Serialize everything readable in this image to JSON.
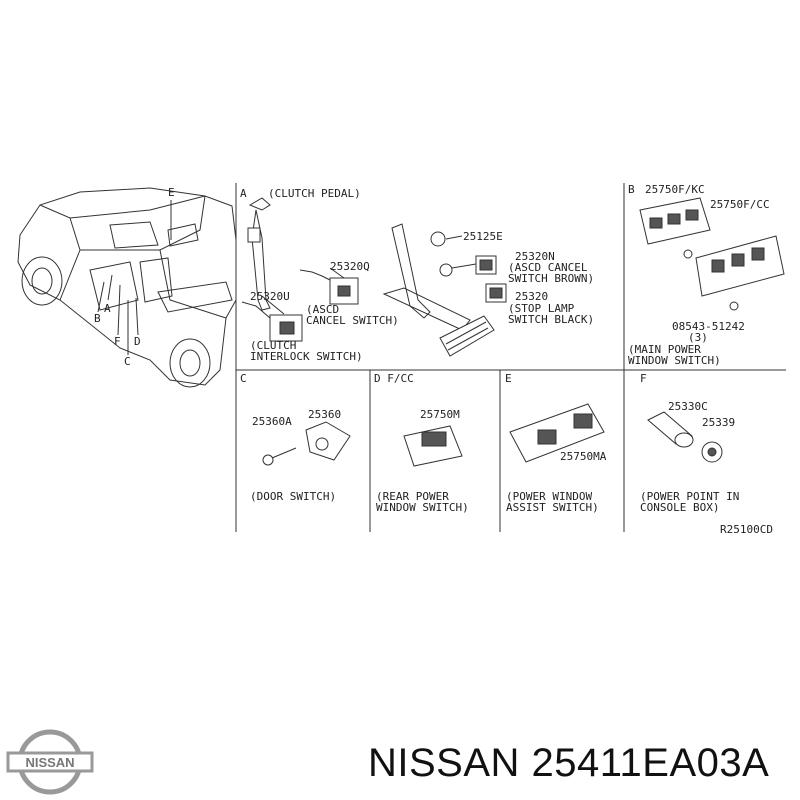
{
  "brand": {
    "name": "NISSAN",
    "logo_text": "NISSAN"
  },
  "part_number_caption": "NISSAN 25411EA03A",
  "drawing_code": "R25100CD",
  "vehicle_callouts": [
    "E",
    "B",
    "A",
    "F",
    "C",
    "D"
  ],
  "sections": {
    "A": {
      "letter": "A",
      "caption": "(CLUTCH PEDAL)",
      "parts": [
        "25320Q",
        "25320U",
        "25125E",
        "25320N",
        "25320"
      ],
      "labels": [
        "(ASCD",
        "CANCEL SWITCH)",
        "(CLUTCH",
        "INTERLOCK SWITCH)",
        "(ASCD CANCEL",
        "SWITCH BROWN)",
        "(STOP LAMP",
        "SWITCH BLACK)"
      ]
    },
    "B": {
      "letter": "B",
      "parts": [
        "25750F/KC",
        "25750F/CC"
      ],
      "screw": "08543-51242",
      "screw_qty": "(3)",
      "labels": [
        "(MAIN POWER",
        "WINDOW SWITCH)"
      ]
    },
    "C": {
      "letter": "C",
      "parts": [
        "25360A",
        "25360"
      ],
      "labels": [
        "(DOOR SWITCH)"
      ]
    },
    "D": {
      "letter": "D  F/CC",
      "parts": [
        "25750M"
      ],
      "labels": [
        "(REAR POWER",
        "WINDOW SWITCH)"
      ]
    },
    "E": {
      "letter": "E",
      "parts": [
        "25750MA"
      ],
      "labels": [
        "(POWER WINDOW",
        "ASSIST SWITCH)"
      ]
    },
    "F": {
      "letter": "F",
      "parts": [
        "25330C",
        "25339"
      ],
      "labels": [
        "(POWER POINT IN",
        "CONSOLE BOX)"
      ]
    }
  }
}
